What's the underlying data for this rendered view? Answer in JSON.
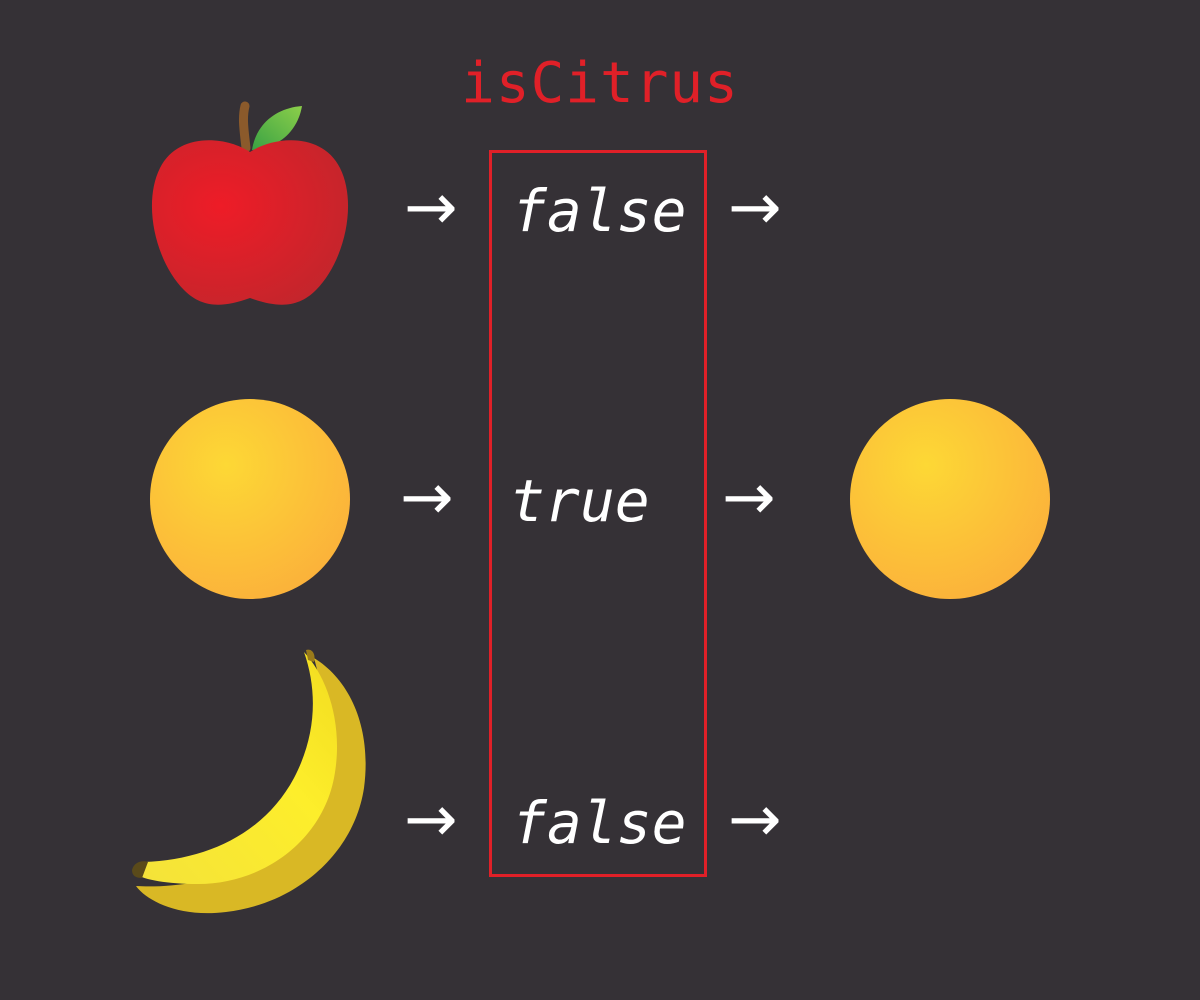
{
  "title": "isCitrus",
  "arrow_glyph": "→",
  "colors": {
    "background": "#353136",
    "accent": "#e02028",
    "text": "#ffffff"
  },
  "rows": [
    {
      "input_icon": "apple-icon",
      "result": "false",
      "output_icon": ""
    },
    {
      "input_icon": "orange-icon",
      "result": "true",
      "output_icon": "orange-icon"
    },
    {
      "input_icon": "banana-icon",
      "result": "false",
      "output_icon": ""
    }
  ]
}
